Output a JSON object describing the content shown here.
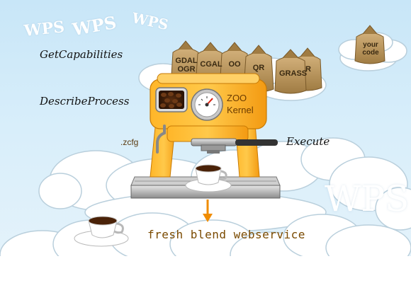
{
  "header": {
    "wps_labels": [
      "WPS",
      "WPS",
      "WPS"
    ]
  },
  "operations": {
    "get_capabilities": "GetCapabilities",
    "describe_process": "DescribeProcess",
    "execute": "Execute"
  },
  "bags": {
    "gdal_ogr_line1": "GDAL",
    "gdal_ogr_line2": "OGR",
    "cgal": "CGAL",
    "oo": "OO",
    "qr": "QR",
    "grass": "GRASS",
    "r": "R",
    "your_code_line1": "your",
    "your_code_line2": "code"
  },
  "machine": {
    "zoo_line1": "ZOO",
    "zoo_line2": "Kernel",
    "config_label": ".zcfg"
  },
  "output": {
    "label": "fresh blend webservice"
  },
  "footer": {
    "wps_big": "WPS"
  },
  "colors": {
    "sky": "#cde8f8",
    "machine_orange": "#f5a623",
    "bag_burlap": "#b9955a",
    "arrow": "#f08c00",
    "text_brown": "#7a4a00"
  }
}
